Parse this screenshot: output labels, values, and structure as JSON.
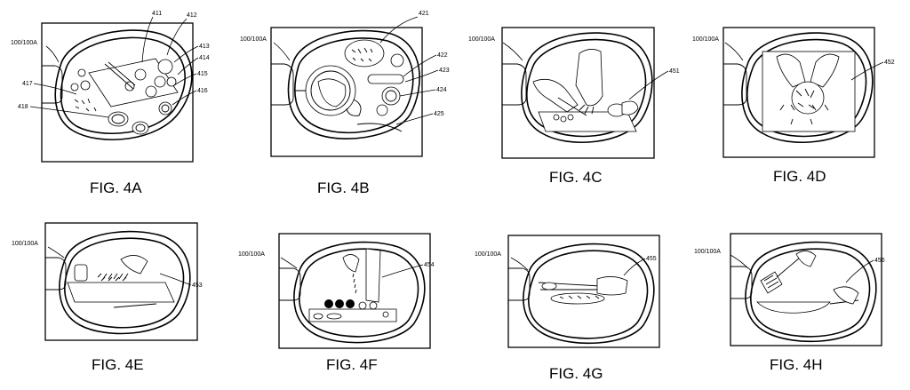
{
  "figures": [
    {
      "id": "4A",
      "caption": "FIG. 4A",
      "device_ref": "100/100A",
      "refs": [
        "411",
        "412",
        "413",
        "414",
        "415",
        "416",
        "417",
        "418"
      ]
    },
    {
      "id": "4B",
      "caption": "FIG. 4B",
      "device_ref": "100/100A",
      "refs": [
        "421",
        "422",
        "423",
        "424",
        "425"
      ]
    },
    {
      "id": "4C",
      "caption": "FIG. 4C",
      "device_ref": "100/100A",
      "refs": [
        "451"
      ]
    },
    {
      "id": "4D",
      "caption": "FIG. 4D",
      "device_ref": "100/100A",
      "refs": [
        "452"
      ]
    },
    {
      "id": "4E",
      "caption": "FIG. 4E",
      "device_ref": "100/100A",
      "refs": [
        "453"
      ]
    },
    {
      "id": "4F",
      "caption": "FIG. 4F",
      "device_ref": "100/100A",
      "refs": [
        "454"
      ]
    },
    {
      "id": "4G",
      "caption": "FIG. 4G",
      "device_ref": "100/100A",
      "refs": [
        "455"
      ]
    },
    {
      "id": "4H",
      "caption": "FIG. 4H",
      "device_ref": "100/100A",
      "refs": [
        "456"
      ]
    }
  ]
}
